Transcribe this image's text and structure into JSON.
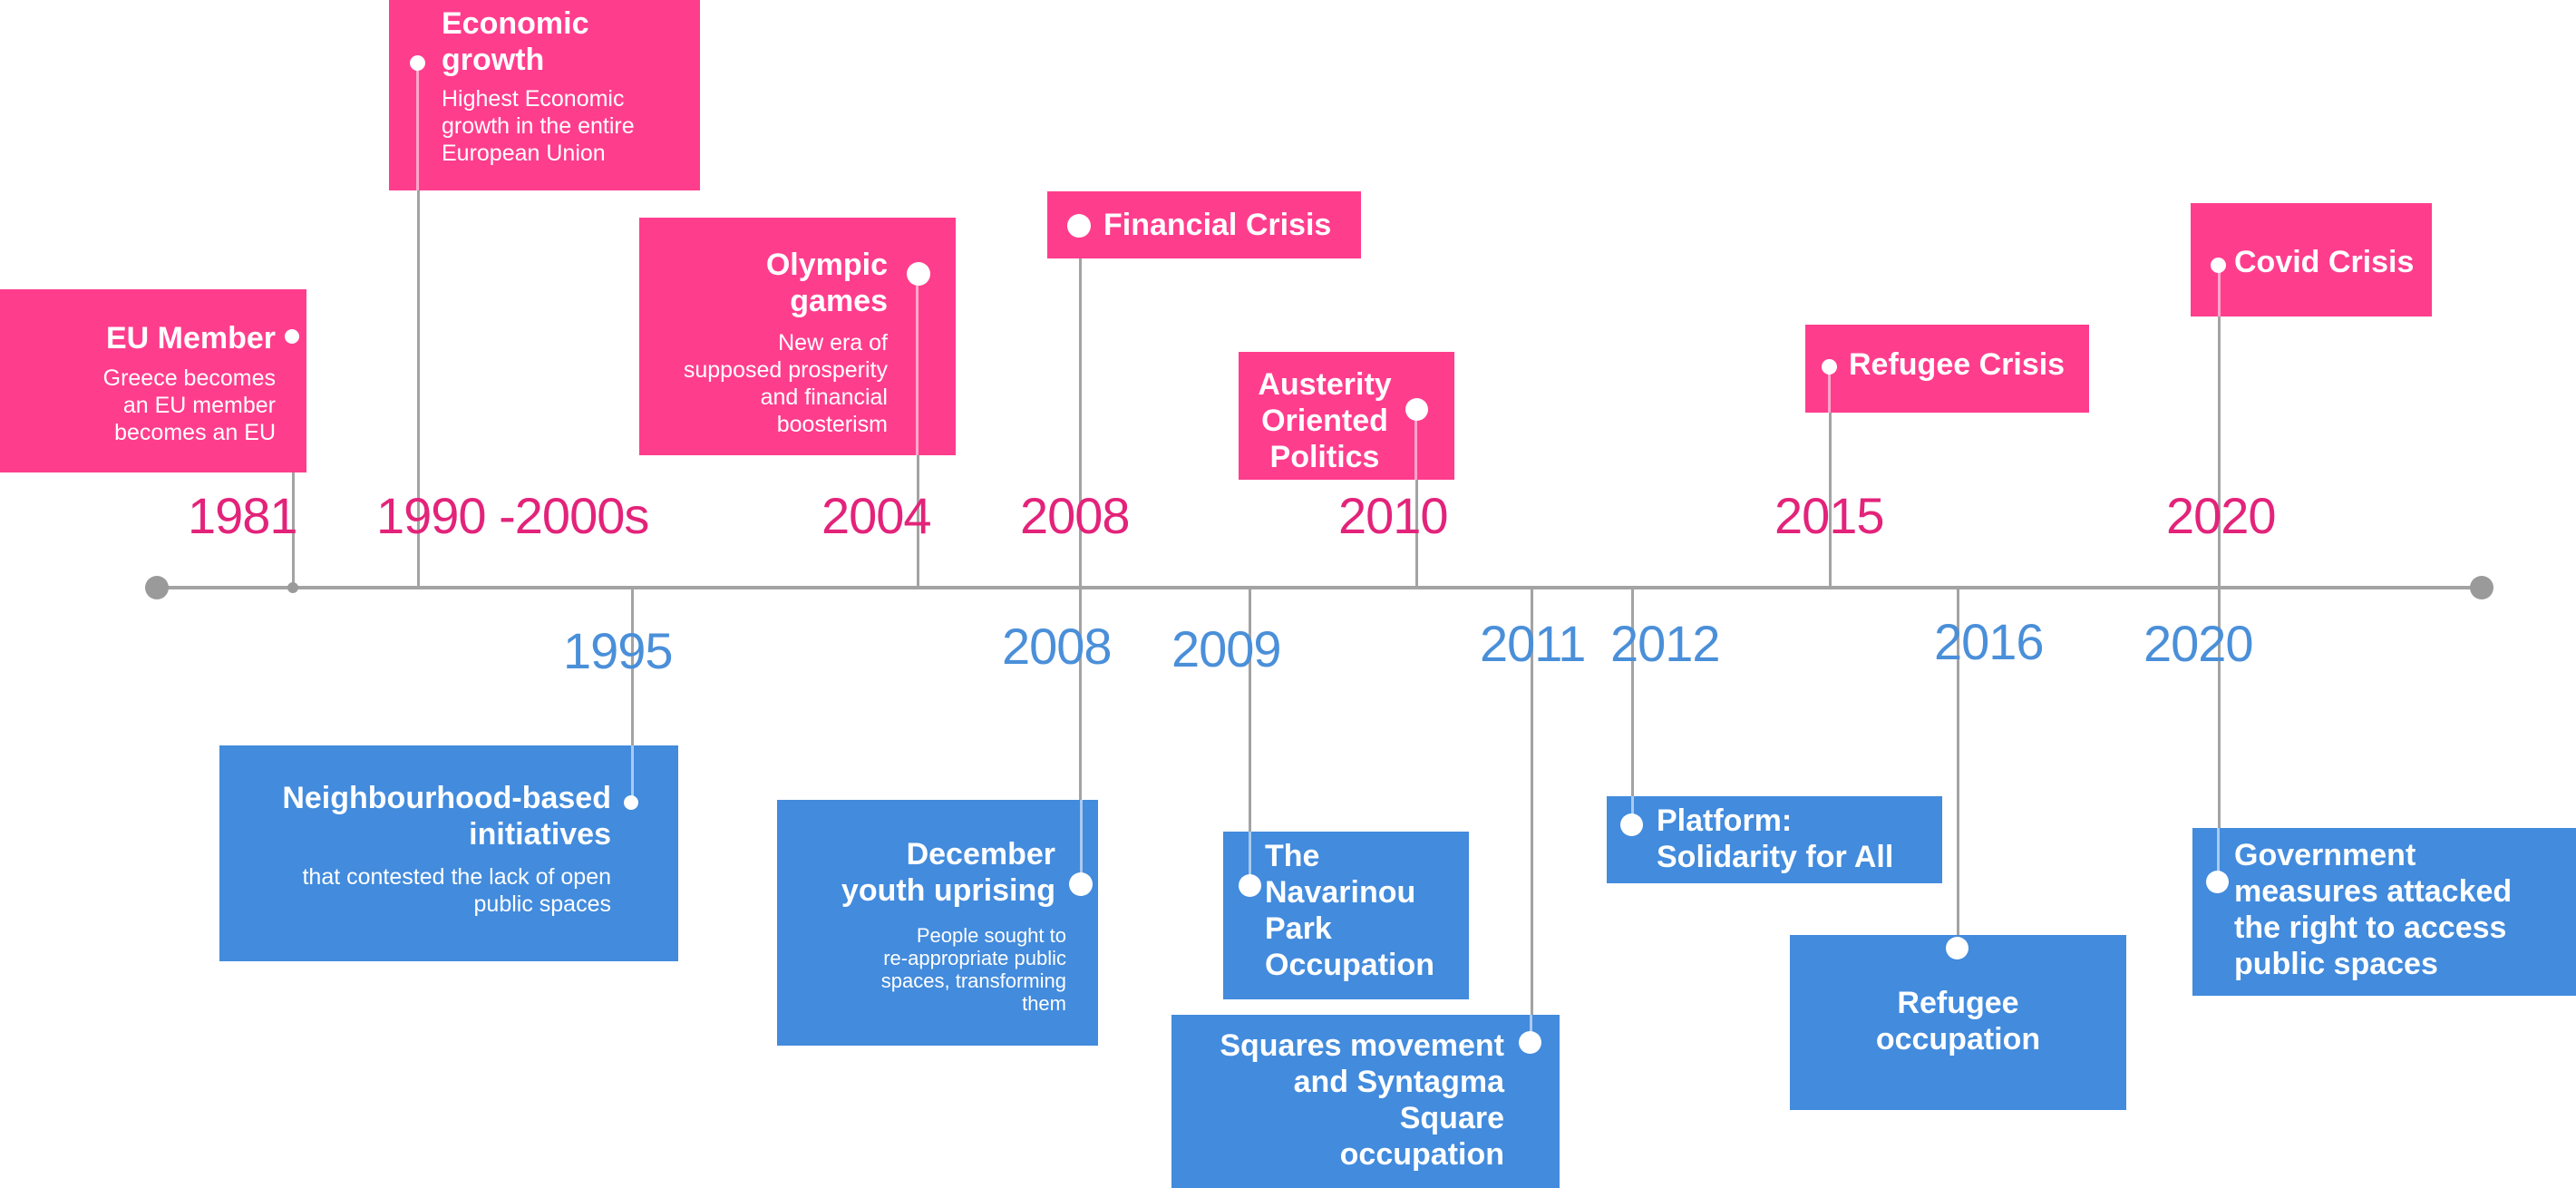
{
  "events_above": [
    {
      "year": "1981",
      "title": "EU Member",
      "desc": [
        "Greece becomes",
        "an EU member",
        "becomes an EU"
      ]
    },
    {
      "year": "1990 -2000s",
      "title": [
        "Economic",
        "growth"
      ],
      "desc": [
        "Highest Economic",
        "growth in the entire",
        "European Union"
      ]
    },
    {
      "year": "2004",
      "title": [
        "Olympic",
        "games"
      ],
      "desc": [
        "New era of",
        "supposed prosperity",
        "and financial",
        "boosterism"
      ]
    },
    {
      "year": "2008",
      "title": "Financial Crisis"
    },
    {
      "year": "2010",
      "title": [
        "Austerity",
        "Oriented",
        "Politics"
      ]
    },
    {
      "year": "2015",
      "title": "Refugee Crisis"
    },
    {
      "year": "2020",
      "title": "Covid Crisis"
    }
  ],
  "events_below": [
    {
      "year": "1995",
      "title": [
        "Neighbourhood-based",
        "initiatives"
      ],
      "desc": [
        "that contested the lack of open",
        "public spaces"
      ]
    },
    {
      "year": "2008",
      "title": [
        "December",
        "youth uprising"
      ],
      "desc": [
        "People sought to",
        "re-appropriate public",
        "spaces, transforming",
        "them"
      ]
    },
    {
      "year": "2009",
      "title": [
        "The",
        "Navarinou",
        "Park",
        "Occupation"
      ]
    },
    {
      "year": "2011",
      "title": [
        "Squares movement",
        "and Syntagma",
        "Square",
        "occupation"
      ]
    },
    {
      "year": "2012",
      "title": [
        "Platform:",
        "Solidarity for All"
      ]
    },
    {
      "year": "2016",
      "title": [
        "Refugee",
        "occupation"
      ]
    },
    {
      "year": "2020",
      "title": [
        "Government",
        "measures attacked",
        "the right to access",
        "public spaces"
      ]
    }
  ],
  "colors": {
    "above_box": "#ff3d8d",
    "above_year": "#e3237a",
    "below_box": "#428bdd",
    "below_year": "#4a8fd9",
    "axis": "#a3a3a3"
  }
}
